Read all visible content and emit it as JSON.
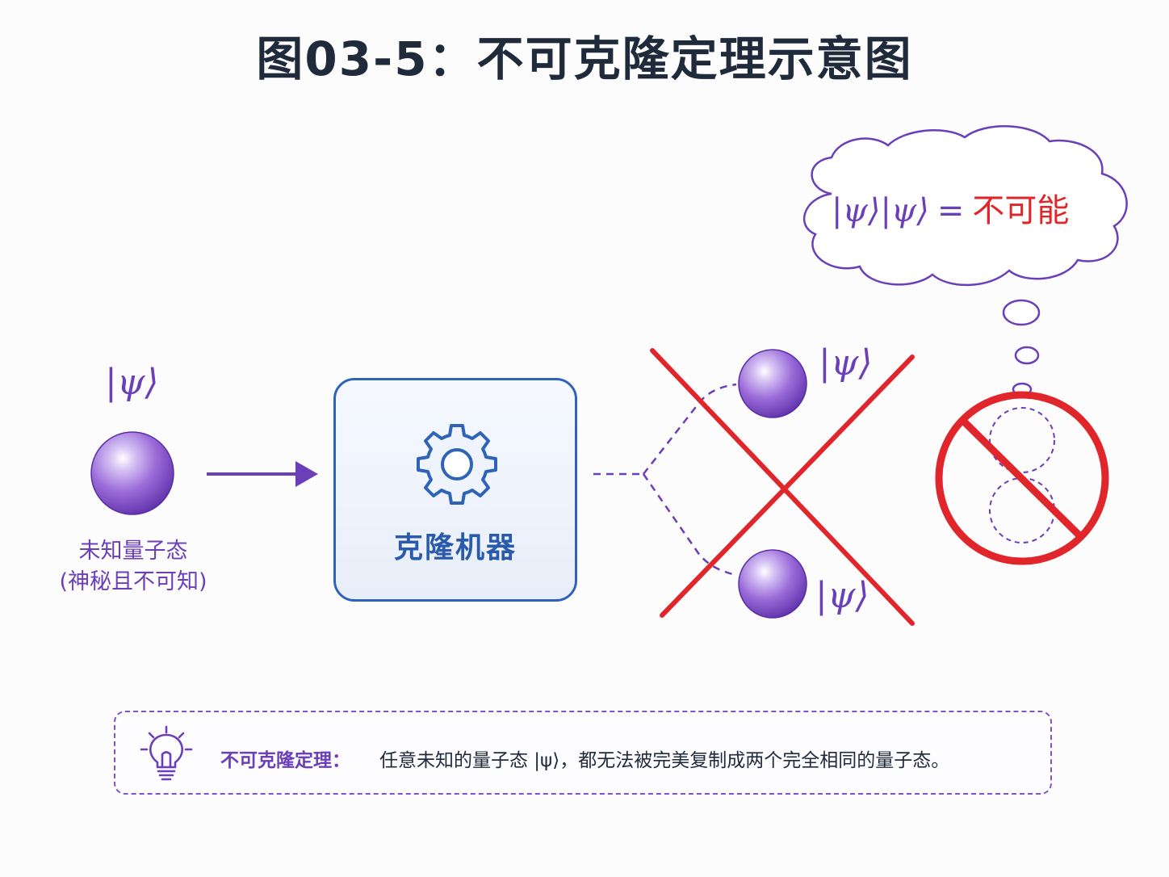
{
  "title": "图03-5：不可克隆定理示意图",
  "input_state": {
    "ket": "|ψ⟩",
    "caption_line1": "未知量子态",
    "caption_line2": "(神秘且不可知)"
  },
  "machine": {
    "label": "克隆机器",
    "icon": "gear-icon"
  },
  "outputs": {
    "ket_top": "|ψ⟩",
    "ket_bottom": "|ψ⟩"
  },
  "thought": {
    "ket_pair": "|ψ⟩|ψ⟩",
    "equals": "=",
    "result": "不可能"
  },
  "note": {
    "icon": "lightbulb-icon",
    "title": "不可克隆定理：",
    "body": "任意未知的量子态 |ψ⟩，都无法被完美复制成两个完全相同的量子态。"
  },
  "colors": {
    "primary_purple": "#6a3fb8",
    "machine_blue": "#2f63b8",
    "forbidden_red": "#e0262b",
    "title_dark": "#1f2a3a"
  }
}
